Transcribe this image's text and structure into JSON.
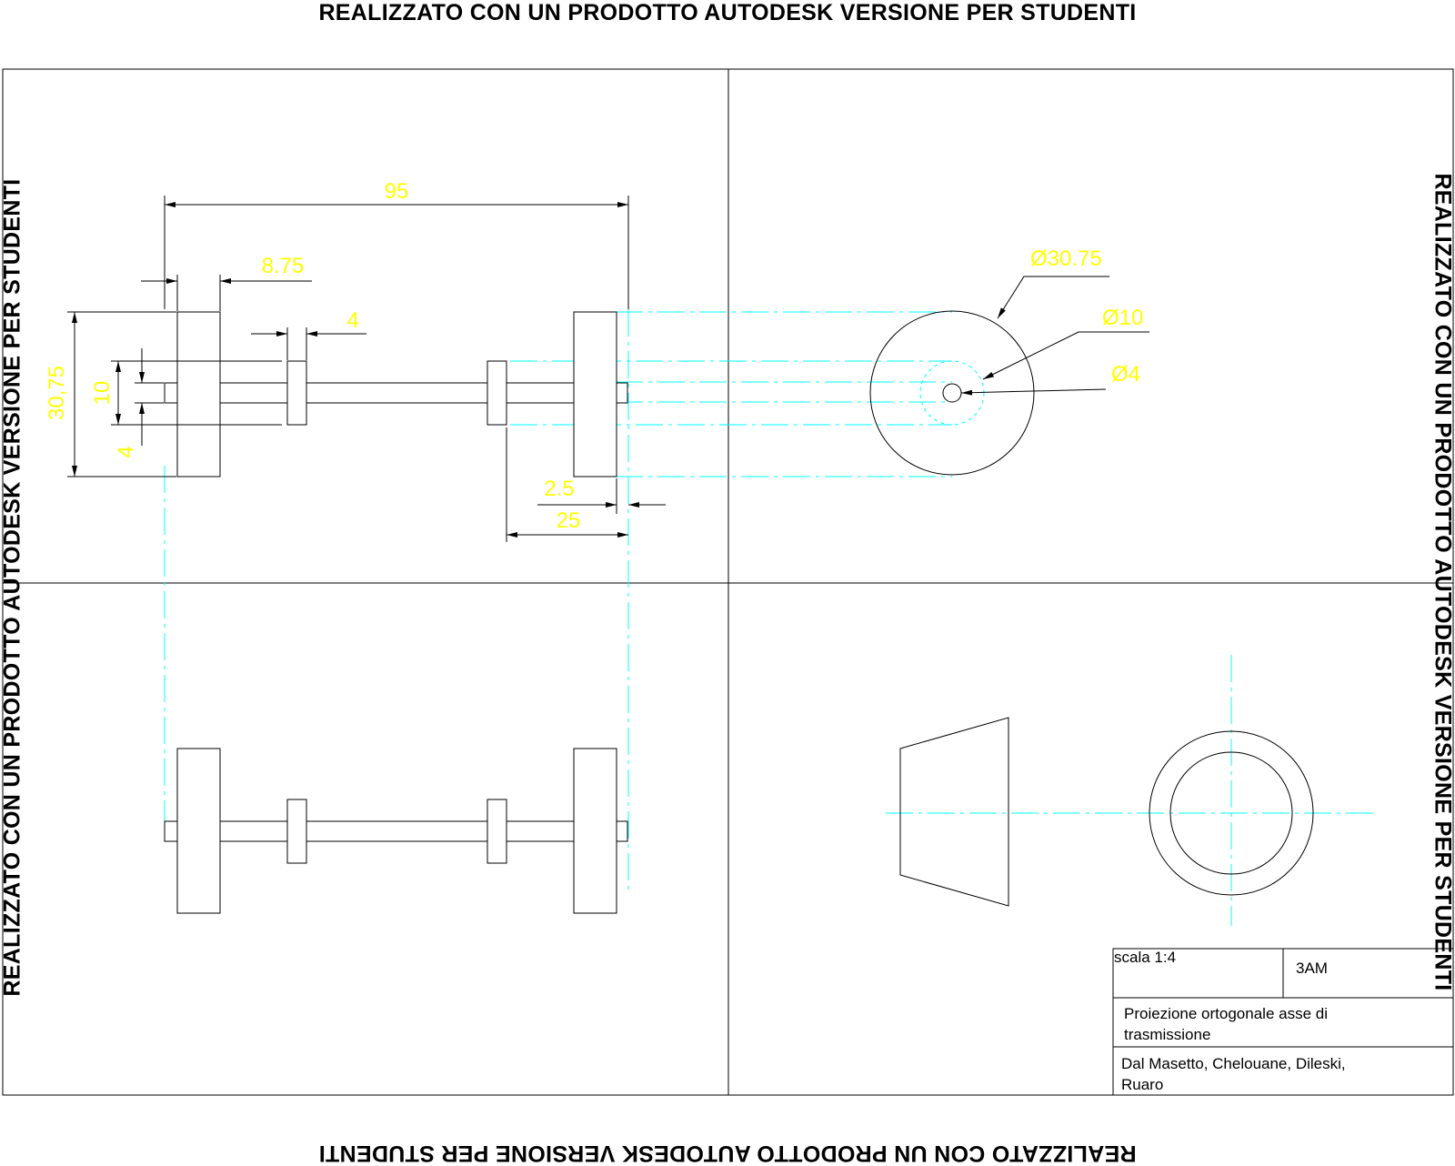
{
  "watermark": "REALIZZATO CON UN PRODOTTO AUTODESK VERSIONE PER STUDENTI",
  "dimensions": {
    "overall_length": "95",
    "wheel_width": "8.75",
    "collar_width": "4",
    "wheel_diameter_side": "30,75",
    "collar_height": "10",
    "shaft_height": "4",
    "end_offset": "2.5",
    "hub_length": "25",
    "wheel_diameter": "Ø30.75",
    "collar_diameter": "Ø10",
    "shaft_diameter": "Ø4"
  },
  "title_block": {
    "scale": "scala 1:4",
    "class": "3AM",
    "title_line1": "Proiezione ortogonale asse di",
    "title_line2": "trasmissione",
    "authors_line1": "Dal Masetto, Chelouane, Dileski,",
    "authors_line2": "Ruaro"
  },
  "colors": {
    "lines": "#000000",
    "projection_lines": "#00ffff",
    "dimension_text": "#ffff00"
  }
}
